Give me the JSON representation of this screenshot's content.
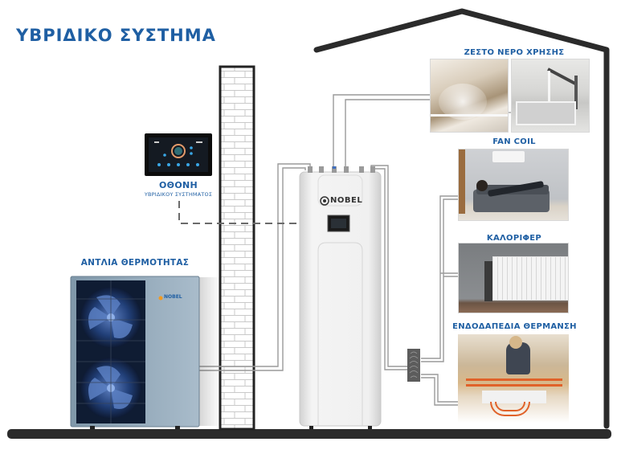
{
  "title": "ΥΒΡΙΔΙΚΟ ΣΥΣΤΗΜΑ",
  "colors": {
    "label_blue": "#1f5fa3",
    "house_outline": "#2b2b2b",
    "pipe": "#9a9a9a",
    "heat_pump_body": "#8fa7b8",
    "fan_blue": "#1e3a6e",
    "unit_white": "#efefef",
    "floor_pipe_orange": "#e0622a"
  },
  "components": {
    "display": {
      "label": "ΟΘΟΝΗ",
      "sublabel": "ΥΒΡΙΔΙΚΟΥ ΣΥΣΤΗΜΑΤΟΣ",
      "icon": "touchscreen-controller-icon"
    },
    "heat_pump": {
      "label": "ΑΝΤΛΙΑ ΘΕΡΜΟΤΗΤΑΣ",
      "brand": "NOBEL",
      "icon": "outdoor-heat-pump-icon"
    },
    "indoor_unit": {
      "brand": "NOBEL",
      "icon": "indoor-hydronic-unit-icon"
    },
    "wall": {
      "icon": "brick-wall-icon"
    },
    "manifold": {
      "icon": "manifold-icon"
    }
  },
  "outputs": [
    {
      "label": "ΖΕΣΤΟ ΝΕΡΟ ΧΡΗΣΗΣ",
      "images": [
        "steaming-bathtub-photo",
        "kitchen-faucet-photo"
      ]
    },
    {
      "label": "FAN COIL",
      "images": [
        "fan-coil-living-room-photo"
      ]
    },
    {
      "label": "ΚΑΛΟΡΙΦΕΡ",
      "images": [
        "radiator-photo"
      ]
    },
    {
      "label": "ΕΝΔΟΔΑΠΕΔΙΑ ΘΕΡΜΑΝΣΗ",
      "images": [
        "underfloor-heating-photo"
      ]
    }
  ]
}
